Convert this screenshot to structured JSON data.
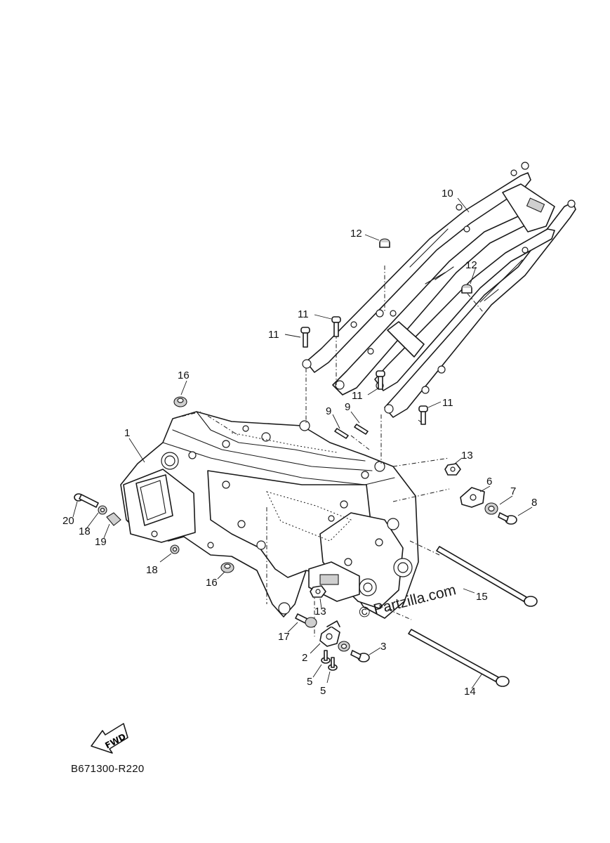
{
  "diagram": {
    "code": "B671300-R220",
    "watermark": "© Partzilla.com",
    "direction_label": "FWD",
    "direction_icon": "fwd-arrow-icon"
  },
  "callouts": {
    "c1": "1",
    "c2": "2",
    "c3": "3",
    "c5a": "5",
    "c5b": "5",
    "c6": "6",
    "c7": "7",
    "c8": "8",
    "c9a": "9",
    "c9b": "9",
    "c10": "10",
    "c11a": "11",
    "c11b": "11",
    "c11c": "11",
    "c11d": "11",
    "c12a": "12",
    "c12b": "12",
    "c13a": "13",
    "c13b": "13",
    "c14": "14",
    "c15": "15",
    "c16a": "16",
    "c16b": "16",
    "c17": "17",
    "c18a": "18",
    "c18b": "18",
    "c19": "19",
    "c20": "20"
  }
}
